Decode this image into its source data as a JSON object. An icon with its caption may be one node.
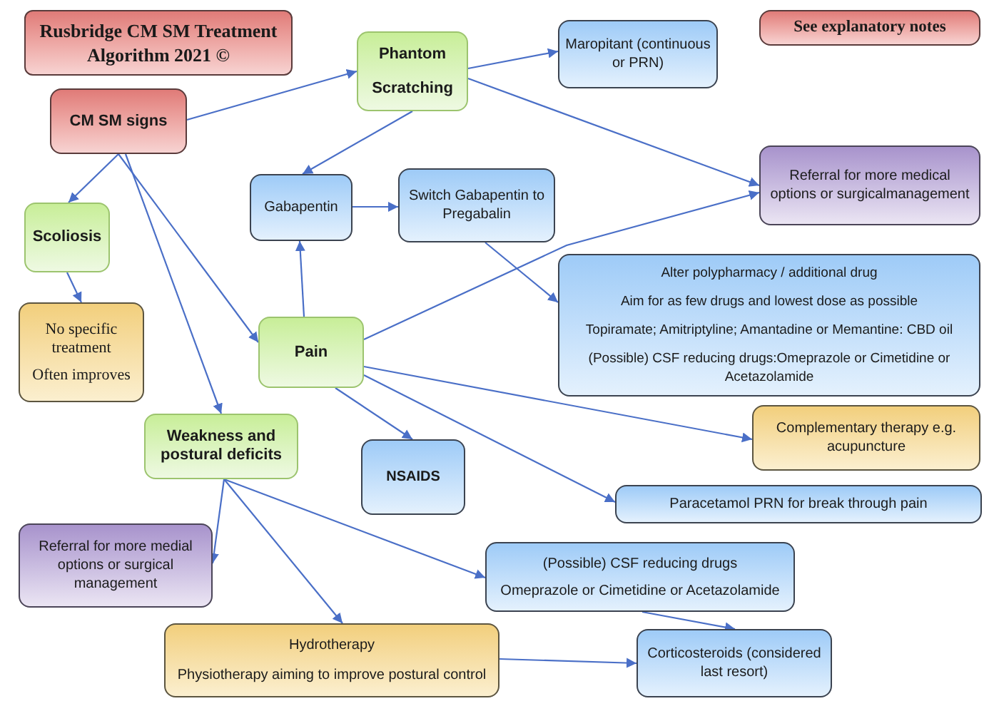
{
  "diagram": {
    "title": "Rusbridge CM SM Treatment Algorithm 2021 ©",
    "nodes": [
      {
        "text": [
          "See explanatory notes"
        ]
      },
      {
        "text": [
          "Phantom Scratching"
        ]
      },
      {
        "text": [
          "Maropitant (continuous or PRN)"
        ]
      },
      {
        "text": [
          "CM SM signs"
        ]
      },
      {
        "text": [
          "Referral for more medical options or surgicalmanagement"
        ]
      },
      {
        "text": [
          "Gabapentin"
        ]
      },
      {
        "text": [
          "Switch Gabapentin to Pregabalin"
        ]
      },
      {
        "text": [
          "Scoliosis"
        ]
      },
      {
        "text": [
          "Alter polypharmacy / additional drug",
          "Aim for as few drugs and lowest dose as possible",
          "Topiramate; Amitriptyline; Amantadine or Memantine: CBD oil",
          "(Possible) CSF reducing drugs:Omeprazole or Cimetidine or Acetazolamide"
        ]
      },
      {
        "text": [
          "No specific treatment",
          "Often improves"
        ]
      },
      {
        "text": [
          "Pain"
        ]
      },
      {
        "text": [
          "Weakness and postural deficits"
        ]
      },
      {
        "text": [
          "NSAIDS"
        ]
      },
      {
        "text": [
          "Complementary therapy e.g. acupuncture"
        ]
      },
      {
        "text": [
          "Paracetamol PRN for break through pain"
        ]
      },
      {
        "text": [
          "Referral for more medial options or surgical management"
        ]
      },
      {
        "text": [
          "(Possible) CSF reducing drugs",
          "Omeprazole or Cimetidine or Acetazolamide"
        ]
      },
      {
        "text": [
          "Hydrotherapy",
          "Physiotherapy aiming to improve postural control"
        ]
      },
      {
        "text": [
          "Corticosteroids (considered last resort)"
        ]
      }
    ],
    "edges": [
      {
        "from": 3,
        "to": 1,
        "arrow": "to"
      },
      {
        "from": 1,
        "to": 2,
        "arrow": "to"
      },
      {
        "from": 1,
        "to": 4,
        "arrow": "to"
      },
      {
        "from": 1,
        "to": 5,
        "arrow": "to"
      },
      {
        "from": 3,
        "to": 7,
        "arrow": "to"
      },
      {
        "from": 3,
        "to": 10,
        "arrow": "to"
      },
      {
        "from": 3,
        "to": 11,
        "arrow": "to"
      },
      {
        "from": 7,
        "to": 9,
        "arrow": "to"
      },
      {
        "from": 5,
        "to": 6,
        "arrow": "to"
      },
      {
        "from": 10,
        "to": 5,
        "arrow": "to"
      },
      {
        "from": 6,
        "to": 8,
        "arrow": "to"
      },
      {
        "from": 10,
        "to": 4,
        "arrow": "to"
      },
      {
        "from": 10,
        "to": 12,
        "arrow": "to"
      },
      {
        "from": 10,
        "to": 13,
        "arrow": "to"
      },
      {
        "from": 10,
        "to": 14,
        "arrow": "to"
      },
      {
        "from": 11,
        "to": 15,
        "arrow": "to"
      },
      {
        "from": 11,
        "to": 16,
        "arrow": "to"
      },
      {
        "from": 11,
        "to": 17,
        "arrow": "to"
      },
      {
        "from": 16,
        "to": 18,
        "arrow": "to"
      },
      {
        "from": 17,
        "to": 18,
        "arrow": "to"
      }
    ]
  }
}
